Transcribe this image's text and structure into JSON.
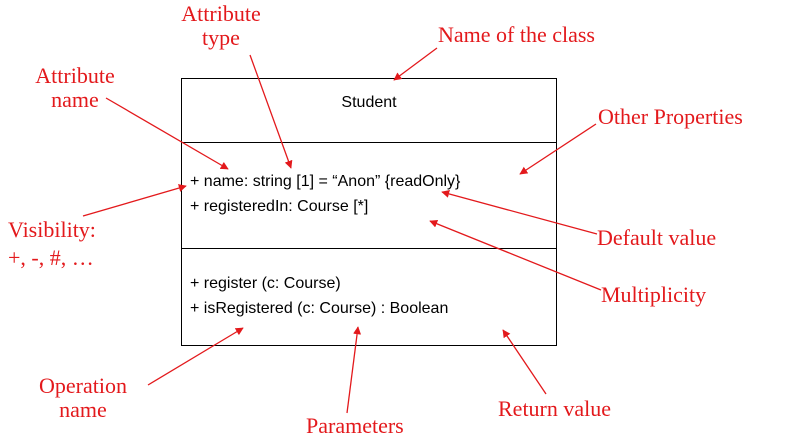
{
  "uml_class": {
    "name": "Student",
    "attributes": [
      "+ name: string [1] = “Anon” {readOnly}",
      "+ registeredIn: Course [*]"
    ],
    "operations": [
      "+ register (c: Course)",
      "+ isRegistered (c: Course) : Boolean"
    ]
  },
  "callouts": {
    "attribute_type": {
      "line1": "Attribute",
      "line2": "type"
    },
    "name_of_class": "Name of the class",
    "attribute_name": {
      "line1": "Attribute",
      "line2": "name"
    },
    "other_properties": "Other Properties",
    "visibility": {
      "line1": "Visibility:",
      "line2": "+, -, #, …"
    },
    "default_value": "Default value",
    "multiplicity": "Multiplicity",
    "operation_name": {
      "line1": "Operation",
      "line2": "name"
    },
    "parameters": "Parameters",
    "return_value": "Return value"
  },
  "colors": {
    "annotation": "#e3191c",
    "box": "#000000"
  }
}
